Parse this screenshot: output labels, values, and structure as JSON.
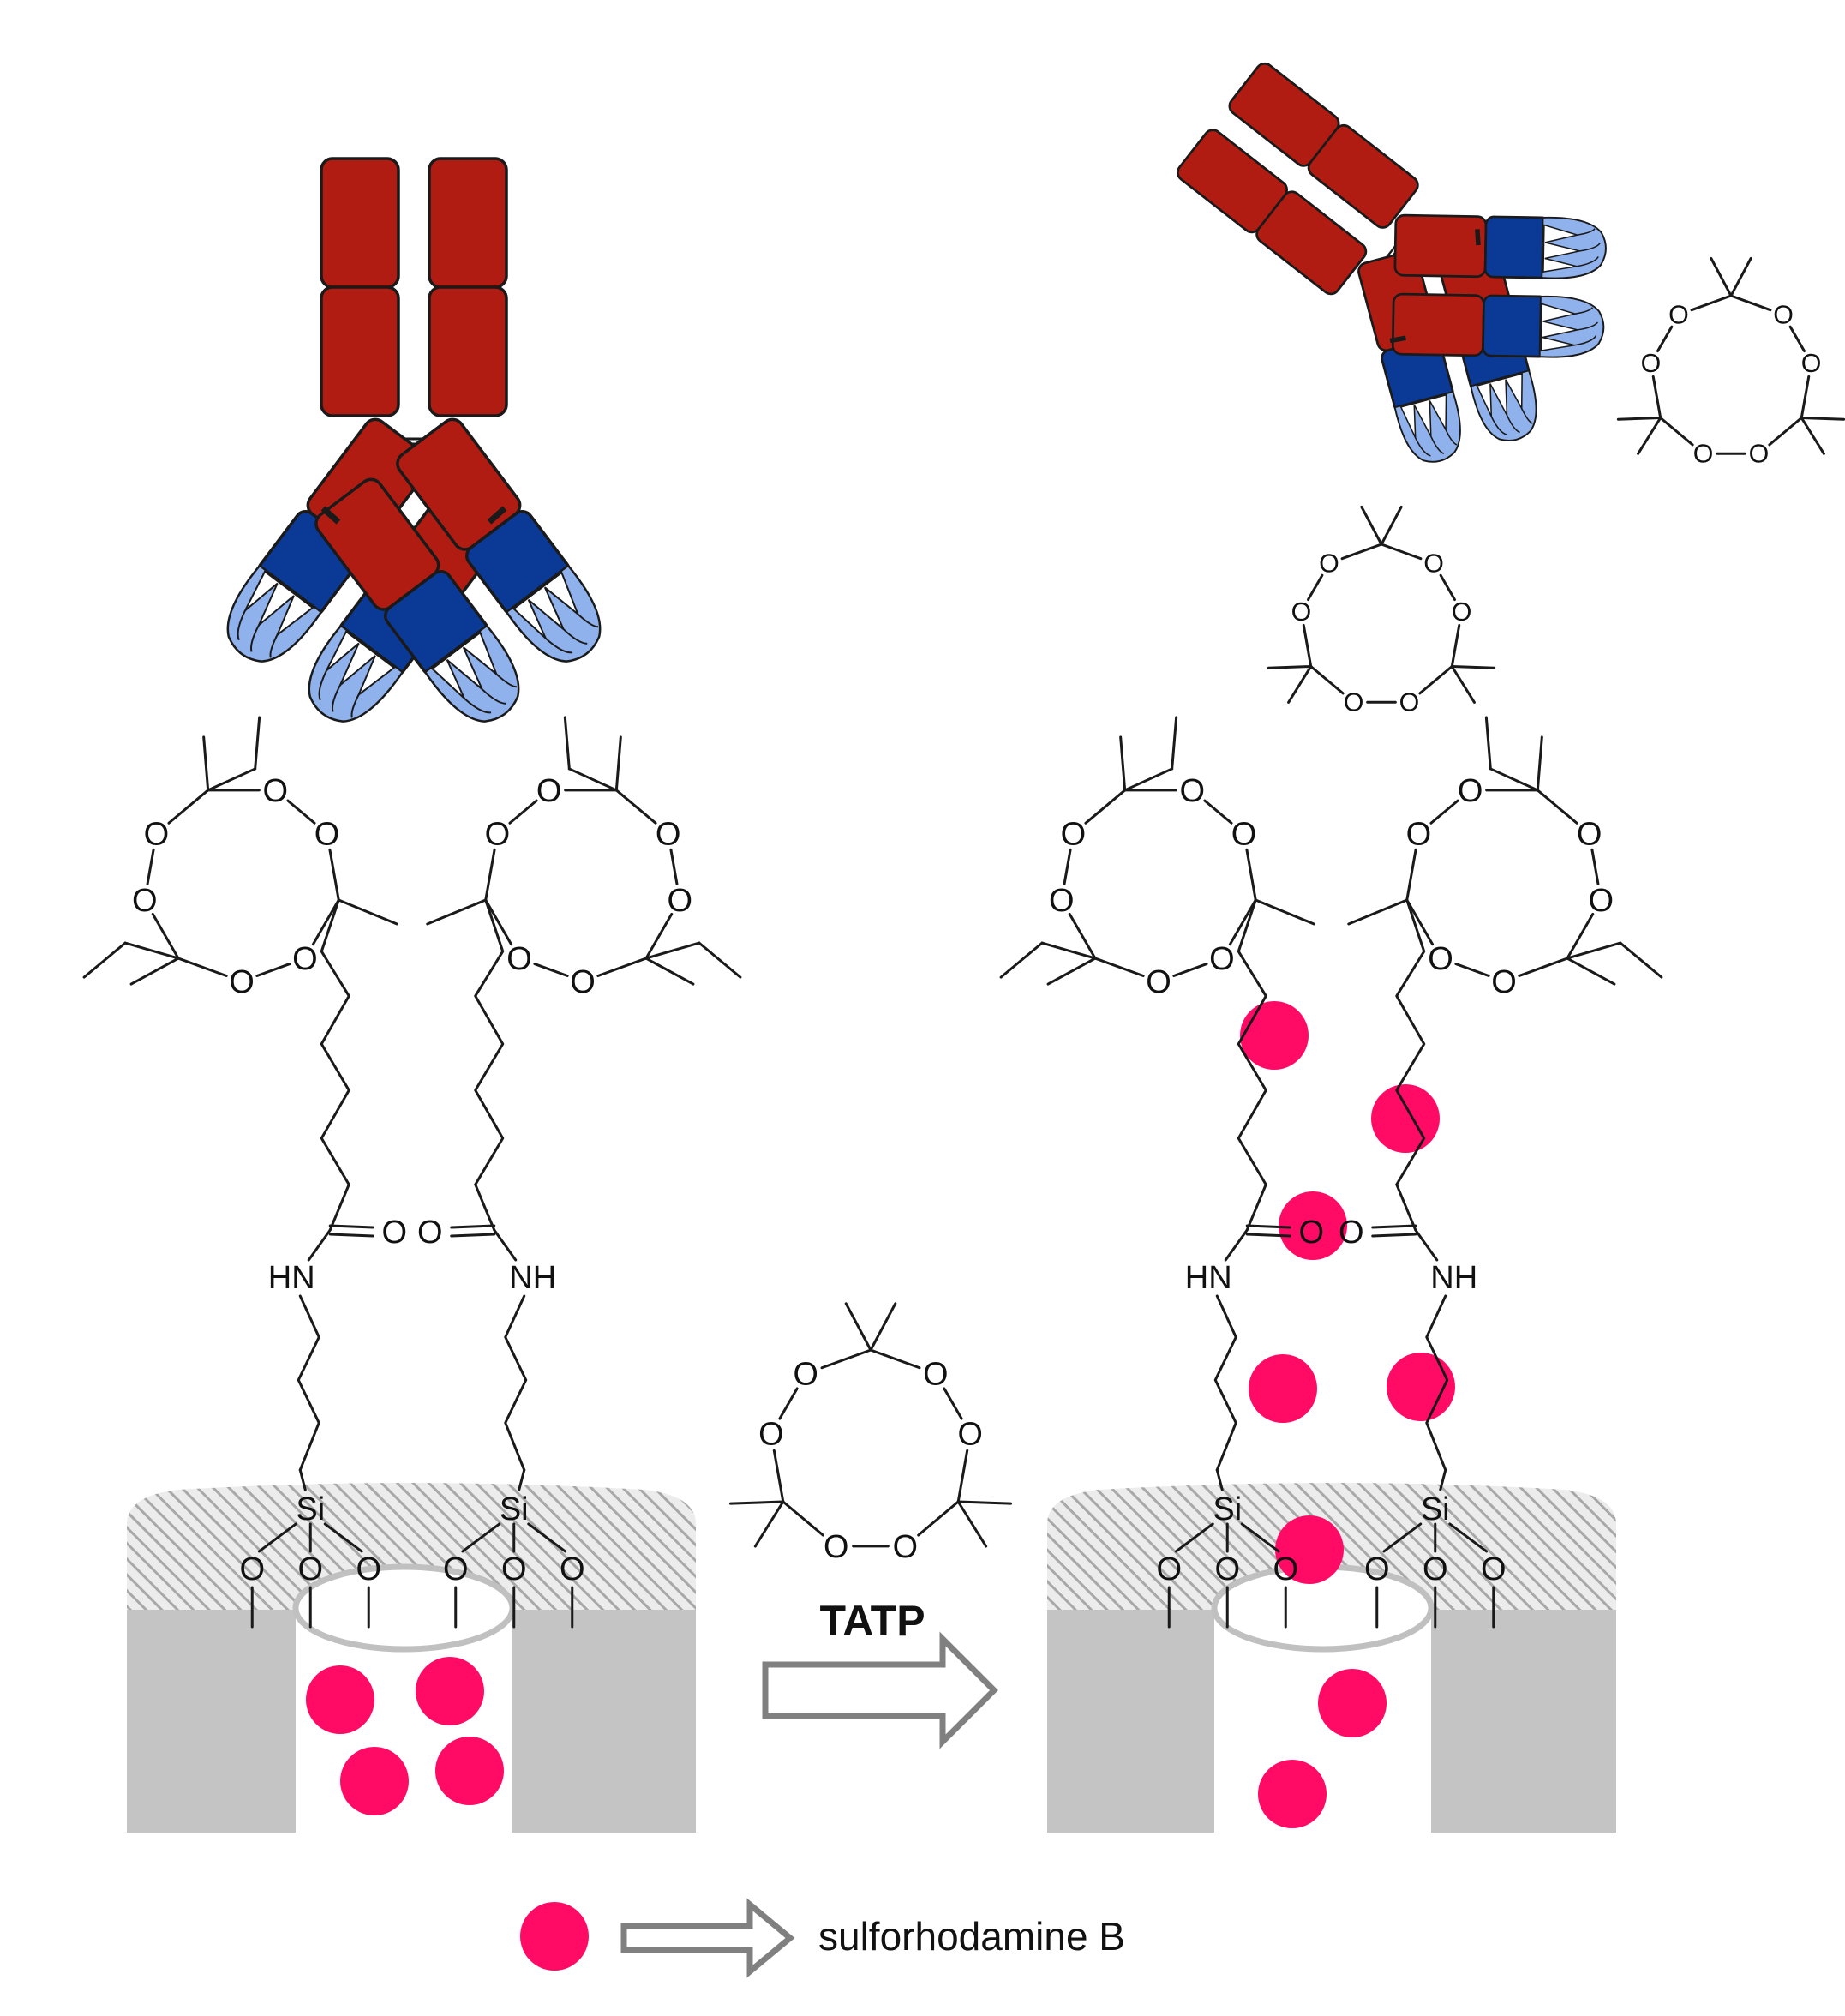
{
  "labels": {
    "analyte": "TATP",
    "dye": "sulforhodamine B",
    "amide_oxygen": "O",
    "amine_left": "HN",
    "amine_right": "NH",
    "silicon": "Si",
    "ring_oxygen": "O"
  },
  "colors": {
    "heavy_chain": "#b01c12",
    "variable_domain": "#0b3a96",
    "binding_site": "#8fb1ec",
    "dye_particle": "#ff0a64",
    "support": "#c4c4c4",
    "hatch": "#a8a8a8",
    "arrow_outline": "#808080"
  },
  "icons": [
    "antibody-icon",
    "peroxide-ring-icon",
    "mesoporous-support-icon",
    "dye-particle-icon",
    "hollow-arrow-icon"
  ]
}
